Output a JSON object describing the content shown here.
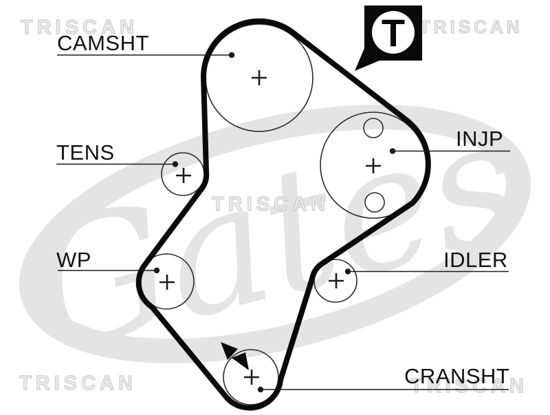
{
  "brand_watermark": "TRISCAN",
  "logo_watermark": "Gates",
  "timing_badge": {
    "letter": "T"
  },
  "labels": {
    "camsht": "CAMSHT",
    "tens": "TENS",
    "wp": "WP",
    "injp": "INJP",
    "idler": "IDLER",
    "cransht": "CRANSHT"
  },
  "colors": {
    "belt": "#0a0a0a",
    "line": "#1a1a1a",
    "text": "#111111",
    "triscan_watermark": "#cccccc",
    "gates_watermark": "#e4e4e4",
    "background": "#ffffff"
  }
}
